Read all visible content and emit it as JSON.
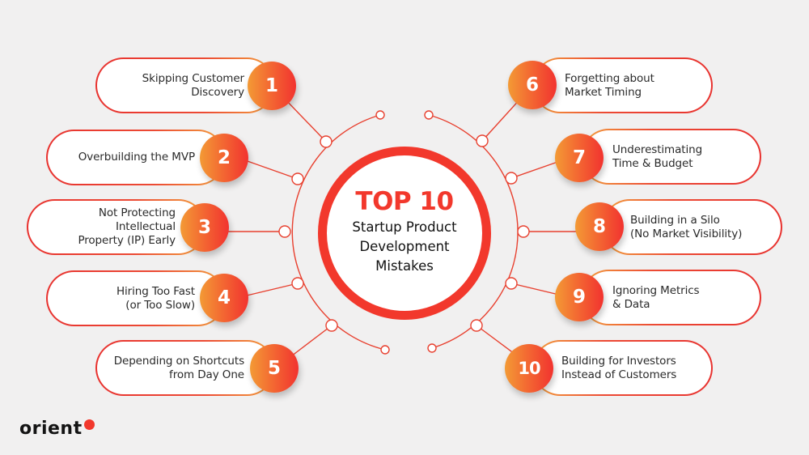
{
  "center": {
    "title": "TOP 10",
    "subtitle": "Startup Product\nDevelopment\nMistakes"
  },
  "items": [
    {
      "number": "1",
      "text": "Skipping Customer\nDiscovery",
      "side": "left"
    },
    {
      "number": "2",
      "text": "Overbuilding the MVP",
      "side": "left"
    },
    {
      "number": "3",
      "text": "Not Protecting Intellectual\nProperty (IP) Early",
      "side": "left"
    },
    {
      "number": "4",
      "text": "Hiring Too Fast\n(or Too Slow)",
      "side": "left"
    },
    {
      "number": "5",
      "text": "Depending on Shortcuts\nfrom Day One",
      "side": "left"
    },
    {
      "number": "6",
      "text": "Forgetting about\nMarket Timing",
      "side": "right"
    },
    {
      "number": "7",
      "text": "Underestimating\nTime & Budget",
      "side": "right"
    },
    {
      "number": "8",
      "text": "Building in a Silo\n(No Market Visibility)",
      "side": "right"
    },
    {
      "number": "9",
      "text": "Ignoring Metrics\n& Data",
      "side": "right"
    },
    {
      "number": "10",
      "text": "Building for Investors\nInstead of Customers",
      "side": "right"
    }
  ],
  "brand": {
    "logo_text": "orient",
    "accent_color": "#f2382c",
    "gradient_start": "#f39a35",
    "gradient_end": "#f2332f"
  }
}
